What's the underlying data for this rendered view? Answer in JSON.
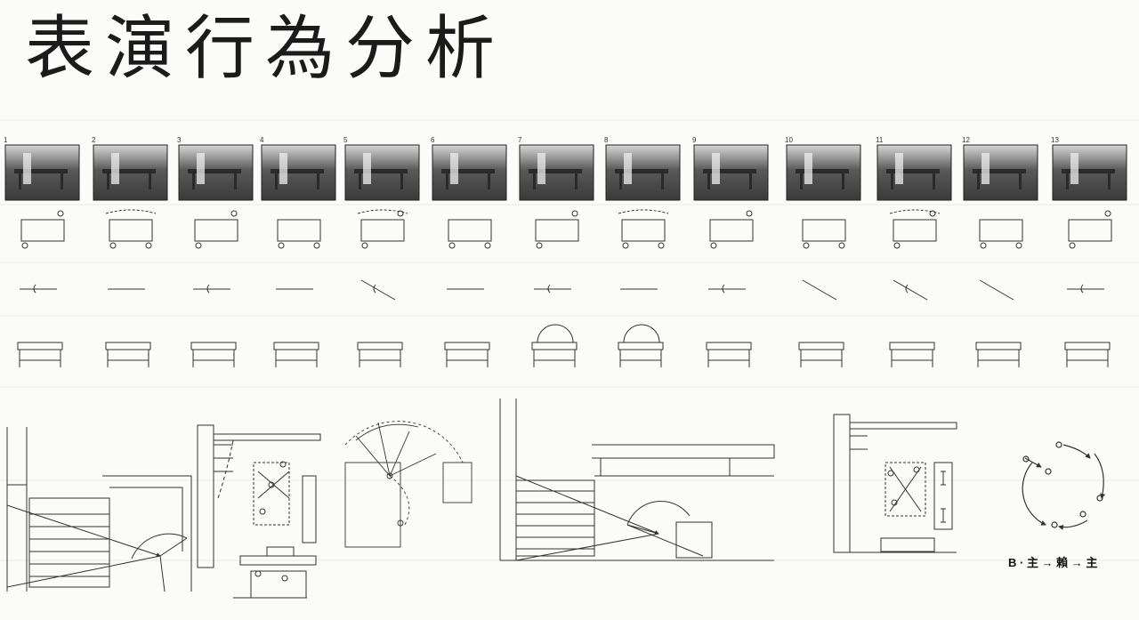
{
  "title": "表演行為分析",
  "frames": [
    {
      "number": "1"
    },
    {
      "number": "2"
    },
    {
      "number": "3"
    },
    {
      "number": "4"
    },
    {
      "number": "5"
    },
    {
      "number": "6"
    },
    {
      "number": "7"
    },
    {
      "number": "8"
    },
    {
      "number": "9"
    },
    {
      "number": "10"
    },
    {
      "number": "11"
    },
    {
      "number": "12"
    },
    {
      "number": "13"
    }
  ],
  "cycle_diagram": {
    "caption": "B · 主 → 賴 → 主"
  }
}
